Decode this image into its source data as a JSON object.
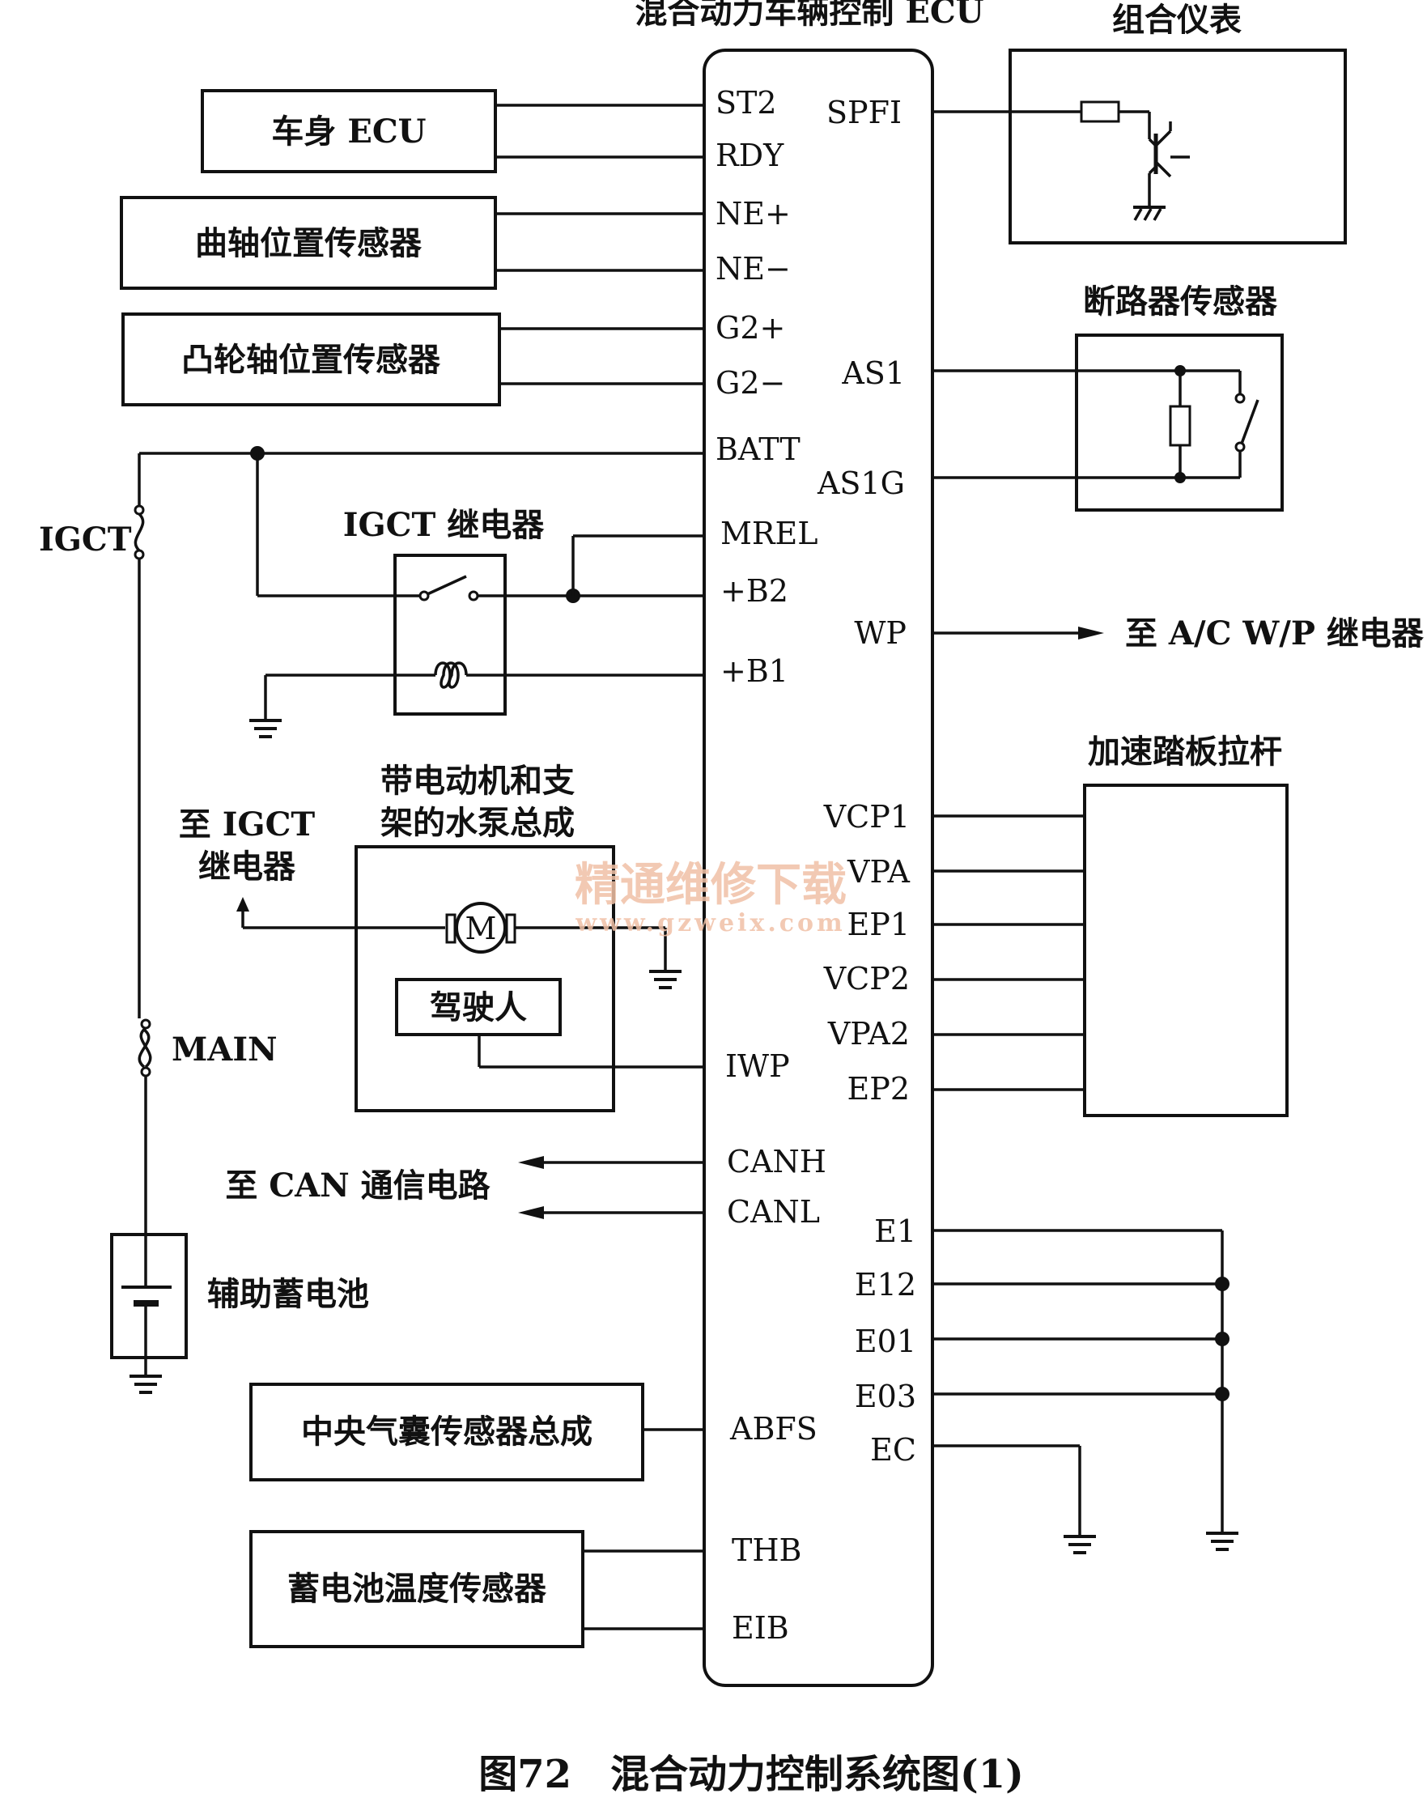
{
  "ecu": {
    "title": "混合动力车辆控制 ECU",
    "left_pins": [
      "ST2",
      "RDY",
      "NE+",
      "NE−",
      "G2+",
      "G2−",
      "BATT",
      "MREL",
      "+B2",
      "+B1",
      "IWP",
      "CANH",
      "CANL",
      "ABFS",
      "THB",
      "EIB"
    ],
    "right_pins": [
      "SPFI",
      "AS1",
      "AS1G",
      "WP",
      "VCP1",
      "VPA",
      "EP1",
      "VCP2",
      "VPA2",
      "EP2",
      "E1",
      "E12",
      "E01",
      "E03",
      "EC"
    ]
  },
  "components": {
    "body_ecu": "车身 ECU",
    "crank_sensor": "曲轴位置传感器",
    "cam_sensor": "凸轮轴位置传感器",
    "igct_relay": "IGCT 继电器",
    "water_pump_line1": "带电动机和支",
    "water_pump_line2": "架的水泵总成",
    "driver": "驾驶人",
    "motor_symbol": "M",
    "to_igct_line1": "至 IGCT",
    "to_igct_line2": "继电器",
    "can_circuit": "至 CAN 通信电路",
    "aux_battery": "辅助蓄电池",
    "airbag_sensor": "中央气囊传感器总成",
    "battery_temp_sensor": "蓄电池温度传感器",
    "combination_meter": "组合仪表",
    "breaker_sensor": "断路器传感器",
    "ac_wp_relay": "至 A/C W/P 继电器",
    "accel_pedal": "加速踏板拉杆"
  },
  "fuses": {
    "igct": "IGCT",
    "main": "MAIN"
  },
  "watermark": {
    "line1": "精通维修下载",
    "line2": "www.gzweix.com"
  },
  "caption": "图72　混合动力控制系统图(1)",
  "colors": {
    "line": "#111111",
    "watermark": "#f0c0a6"
  }
}
